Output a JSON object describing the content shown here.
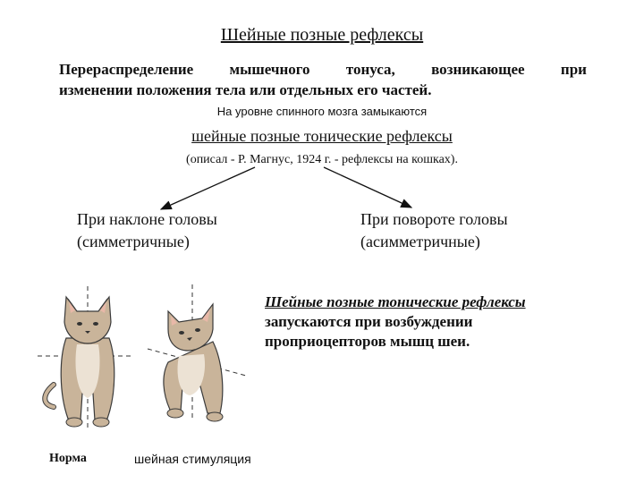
{
  "title": "Шейные позные рефлексы",
  "definition": {
    "line1_words": [
      "Перераспределение",
      "мышечного",
      "тонуса,",
      "возникающее",
      "при"
    ],
    "line2": "изменении положения тела или отдельных его частей."
  },
  "spinal_note": "На уровне спинного мозга замыкаются",
  "reflex_title": "шейные позные тонические рефлексы",
  "magnus_note": "(описал - Р. Магнус, 1924 г. - рефлексы на кошках).",
  "branches": {
    "left": {
      "line1": "При наклоне головы",
      "line2": "(симметричные)"
    },
    "right": {
      "line1": "При повороте головы",
      "line2": "(асимметричные)"
    }
  },
  "trigger_note": {
    "heading": "Шейные позные тонические рефлексы",
    "line2": "запускаются при возбуждении",
    "line3": "проприоцепторов мышц шеи."
  },
  "captions": {
    "normal": "Норма",
    "stimulation": "шейная стимуляция"
  },
  "colors": {
    "text": "#111111",
    "cat_fur": "#c9b49a",
    "cat_belly": "#ece2d4",
    "outline": "#3a3a3a"
  }
}
